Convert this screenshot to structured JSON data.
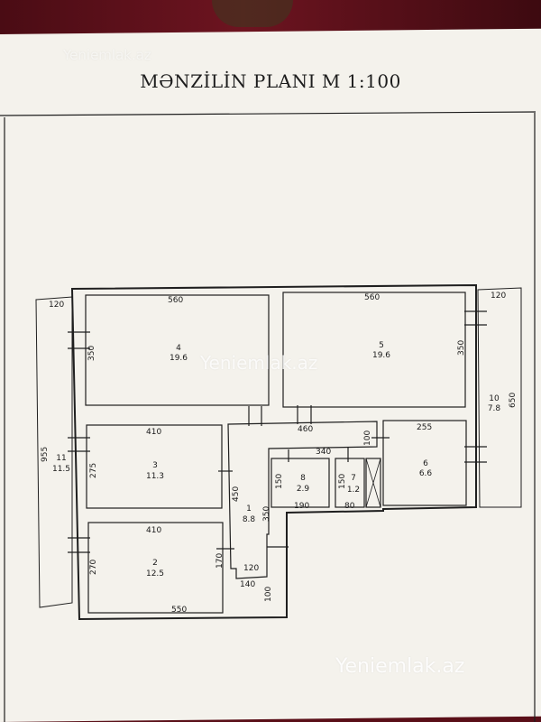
{
  "title": "MƏNZİLİN PLANI M 1:100",
  "watermark": "Yeniemlak.az",
  "rooms": [
    {
      "id": "1",
      "area": "8.8"
    },
    {
      "id": "2",
      "area": "12.5"
    },
    {
      "id": "3",
      "area": "11.3"
    },
    {
      "id": "4",
      "area": "19.6"
    },
    {
      "id": "5",
      "area": "19.6"
    },
    {
      "id": "6",
      "area": "6.6"
    },
    {
      "id": "7",
      "area": "1.2"
    },
    {
      "id": "8",
      "area": "2.9"
    },
    {
      "id": "10",
      "area": "7.8"
    },
    {
      "id": "11",
      "area": "11.5"
    }
  ],
  "dims": [
    "120",
    "560",
    "560",
    "120",
    "350",
    "350",
    "650",
    "410",
    "460",
    "255",
    "100",
    "340",
    "275",
    "150",
    "150",
    "955",
    "450",
    "190",
    "80",
    "410",
    "270",
    "350",
    "170",
    "120",
    "140",
    "100",
    "550"
  ],
  "colors": {
    "ink": "#1f1f1f",
    "paper": "#f4f2ec",
    "carpet": "#5a0f18"
  }
}
